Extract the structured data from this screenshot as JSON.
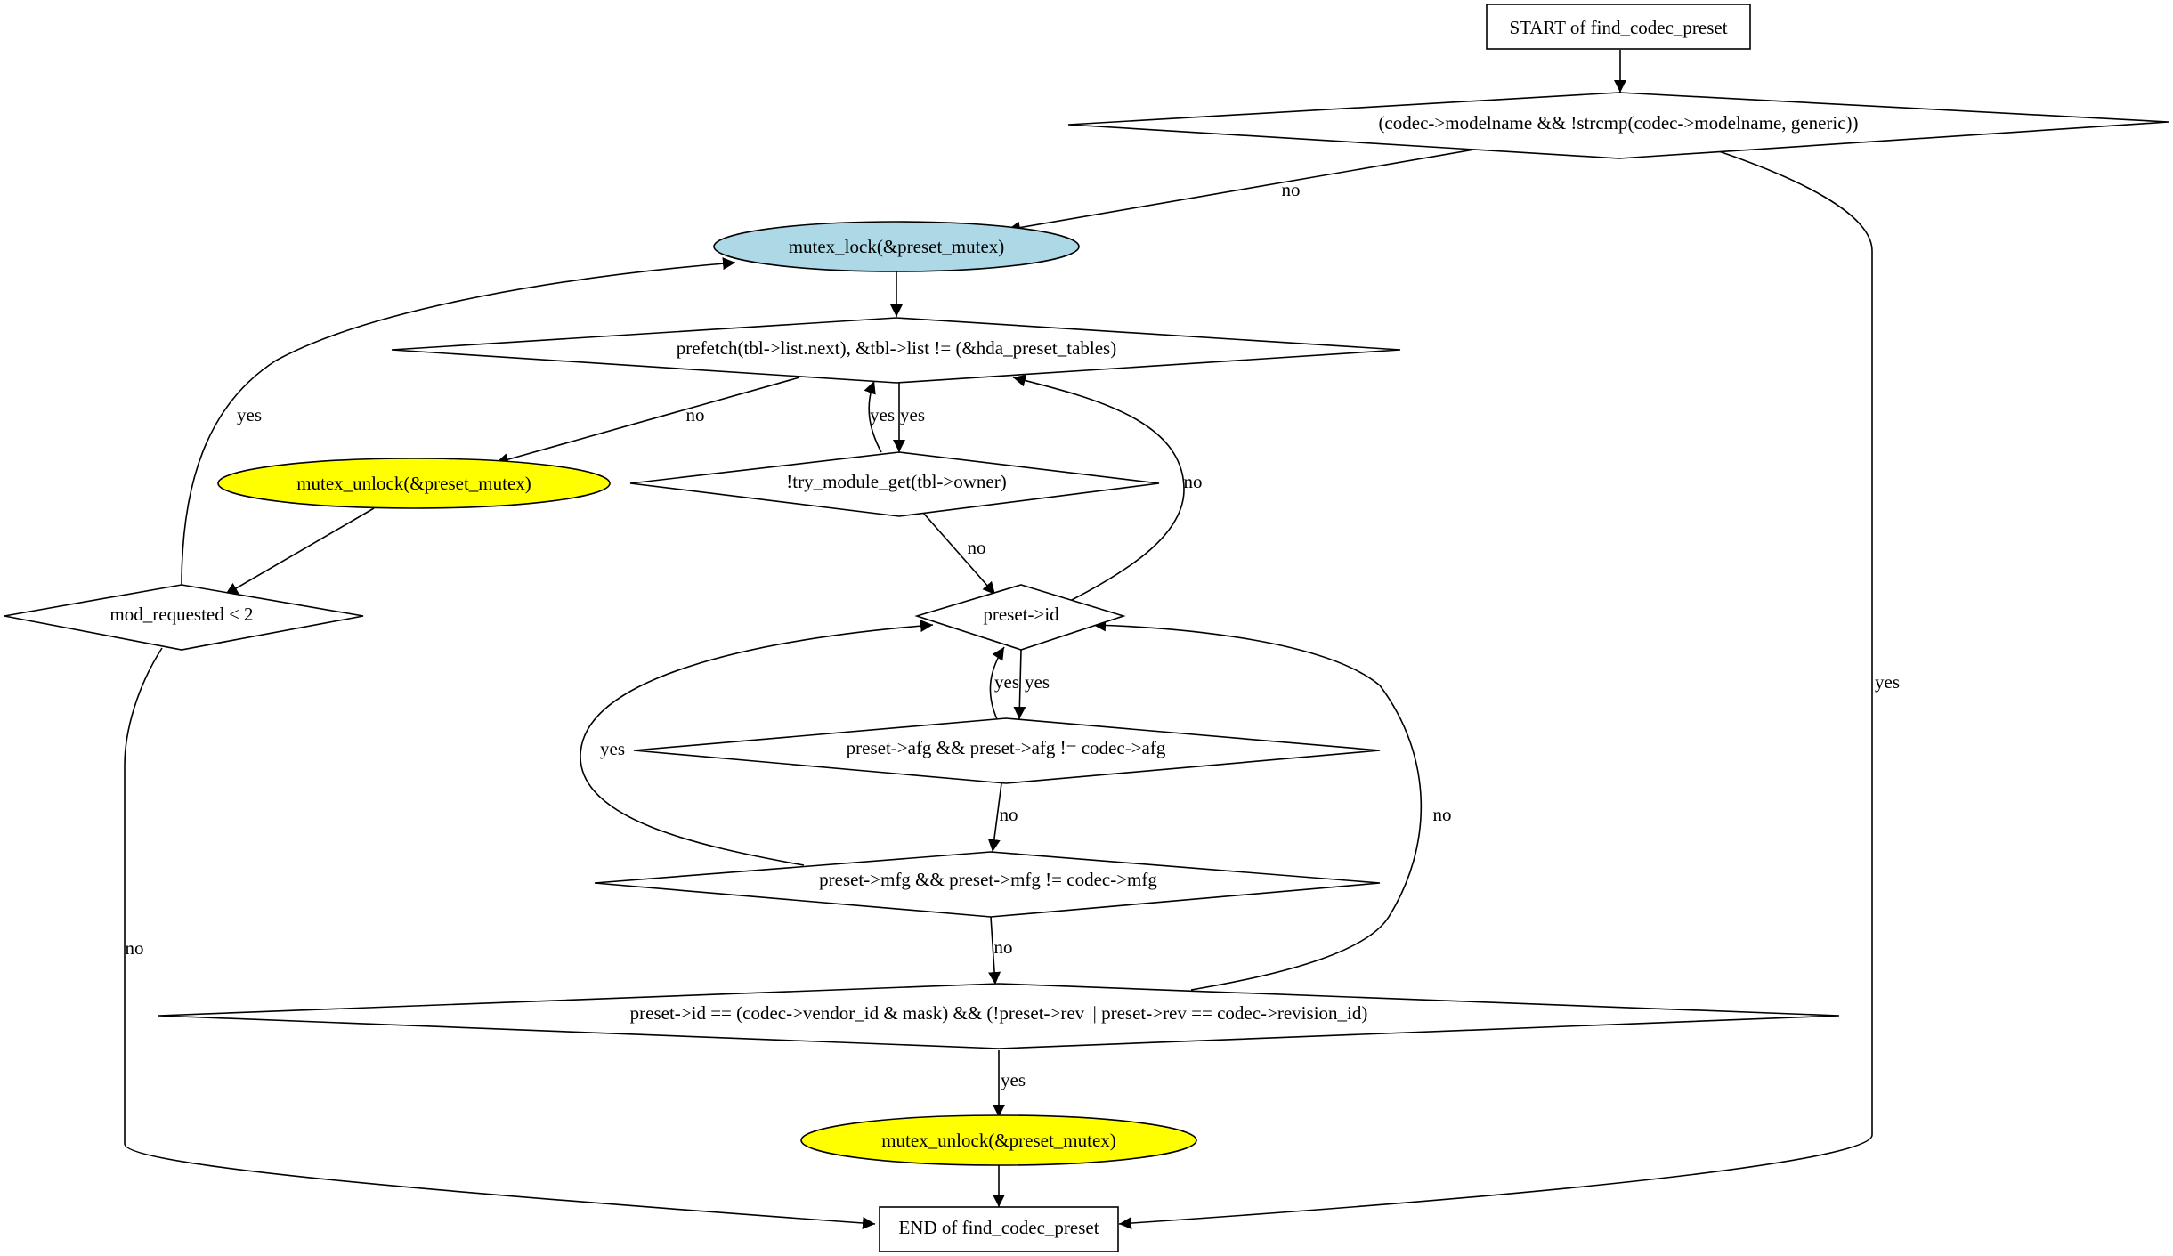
{
  "colors": {
    "lock_fill": "#add8e6",
    "unlock_fill": "#ffff00",
    "default_fill": "#ffffff",
    "stroke": "#000000"
  },
  "nodes": {
    "start": "START of find_codec_preset",
    "cond_modelname": "(codec->modelname && !strcmp(codec->modelname, generic))",
    "mutex_lock": "mutex_lock(&preset_mutex)",
    "cond_prefetch": "prefetch(tbl->list.next), &tbl->list != (&hda_preset_tables)",
    "mutex_unlock_left": "mutex_unlock(&preset_mutex)",
    "cond_try_module": "!try_module_get(tbl->owner)",
    "cond_mod_requested": "mod_requested < 2",
    "cond_preset_id": "preset->id",
    "cond_afg": "preset->afg && preset->afg != codec->afg",
    "cond_mfg": "preset->mfg && preset->mfg != codec->mfg",
    "cond_match": "preset->id == (codec->vendor_id & mask) && (!preset->rev || preset->rev == codec->revision_id)",
    "mutex_unlock_bottom": "mutex_unlock(&preset_mutex)",
    "end": "END of find_codec_preset"
  },
  "edge_labels": {
    "modelname_no": "no",
    "modelname_yes": "yes",
    "prefetch_no": "no",
    "prefetch_yes": "yes",
    "try_module_yes": "yes",
    "try_module_no": "no",
    "mod_requested_yes": "yes",
    "mod_requested_no": "no",
    "preset_id_no": "no",
    "preset_id_yes": "yes",
    "afg_yes_back": "yes",
    "afg_yes_side": "yes",
    "afg_no": "no",
    "mfg_no": "no",
    "match_no": "no",
    "match_yes": "yes"
  }
}
